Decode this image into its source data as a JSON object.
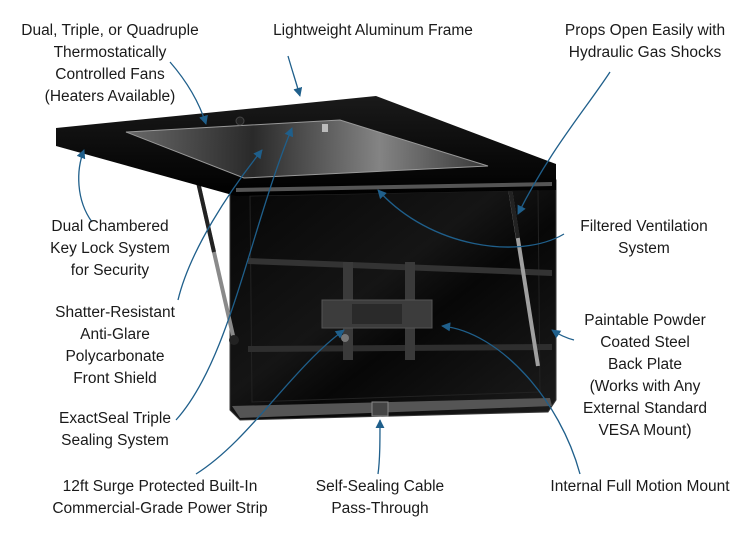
{
  "callouts": {
    "fans": [
      "Dual, Triple, or Quadruple",
      "Thermostatically",
      "Controlled Fans",
      "(Heaters Available)"
    ],
    "frame": [
      "Lightweight Aluminum Frame"
    ],
    "props": [
      "Props Open Easily with",
      "Hydraulic Gas Shocks"
    ],
    "lock": [
      "Dual Chambered",
      "Key Lock System",
      "for Security"
    ],
    "ventilation": [
      "Filtered Ventilation",
      "System"
    ],
    "shield": [
      "Shatter-Resistant",
      "Anti-Glare",
      "Polycarbonate",
      "Front Shield"
    ],
    "backplate": [
      "Paintable Powder",
      "Coated Steel",
      "Back Plate",
      "(Works with Any",
      "External Standard",
      "VESA Mount)"
    ],
    "seal": [
      "ExactSeal Triple",
      "Sealing System"
    ],
    "power": [
      "12ft Surge Protected Built-In",
      "Commercial-Grade Power Strip"
    ],
    "cable": [
      "Self-Sealing Cable",
      "Pass-Through"
    ],
    "mount": [
      "Internal Full Motion Mount"
    ]
  },
  "colors": {
    "arrow": "#1f5f8b",
    "enclosure": "#0a0a0a",
    "text": "#1a1a1a"
  }
}
